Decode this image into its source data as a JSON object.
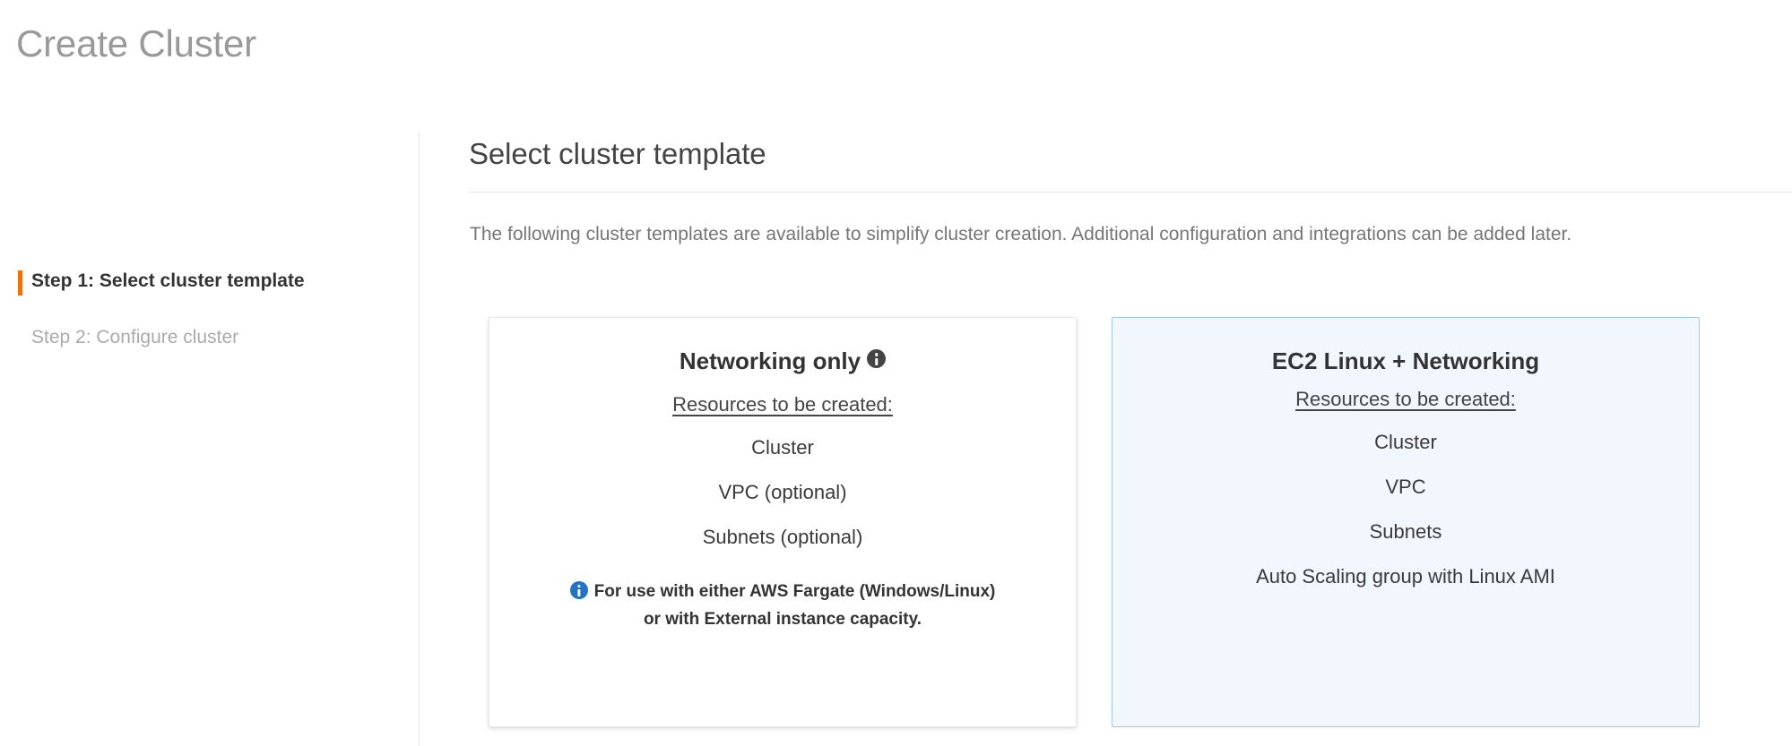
{
  "page": {
    "title": "Create Cluster"
  },
  "sidebar": {
    "steps": [
      {
        "label": "Step 1: Select cluster template",
        "state": "active"
      },
      {
        "label": "Step 2: Configure cluster",
        "state": "inactive"
      }
    ],
    "active_marker_color": "#ec7211"
  },
  "main": {
    "heading": "Select cluster template",
    "description": "The following cluster templates are available to simplify cluster creation. Additional configuration and integrations can be added later.",
    "cards": [
      {
        "title": "Networking only",
        "has_title_info_icon": true,
        "title_info_icon": "info-icon",
        "resources_label": "Resources to be created:",
        "resources": [
          "Cluster",
          "VPC (optional)",
          "Subnets (optional)"
        ],
        "note_icon": "info-icon",
        "note_line_1": "For use with either AWS Fargate (Windows/Linux)",
        "note_line_2": "or with External instance capacity.",
        "selected": false
      },
      {
        "title": "EC2 Linux + Networking",
        "has_title_info_icon": false,
        "resources_label": "Resources to be created:",
        "resources": [
          "Cluster",
          "VPC",
          "Subnets",
          "Auto Scaling group with Linux AMI"
        ],
        "selected": true
      }
    ]
  },
  "colors": {
    "accent_orange": "#ec7211",
    "selected_card_bg": "#f1f7fd",
    "selected_card_border": "#a3c8e8",
    "note_icon_blue": "#2372c4",
    "title_gray": "#999999",
    "body_gray": "#767676"
  }
}
